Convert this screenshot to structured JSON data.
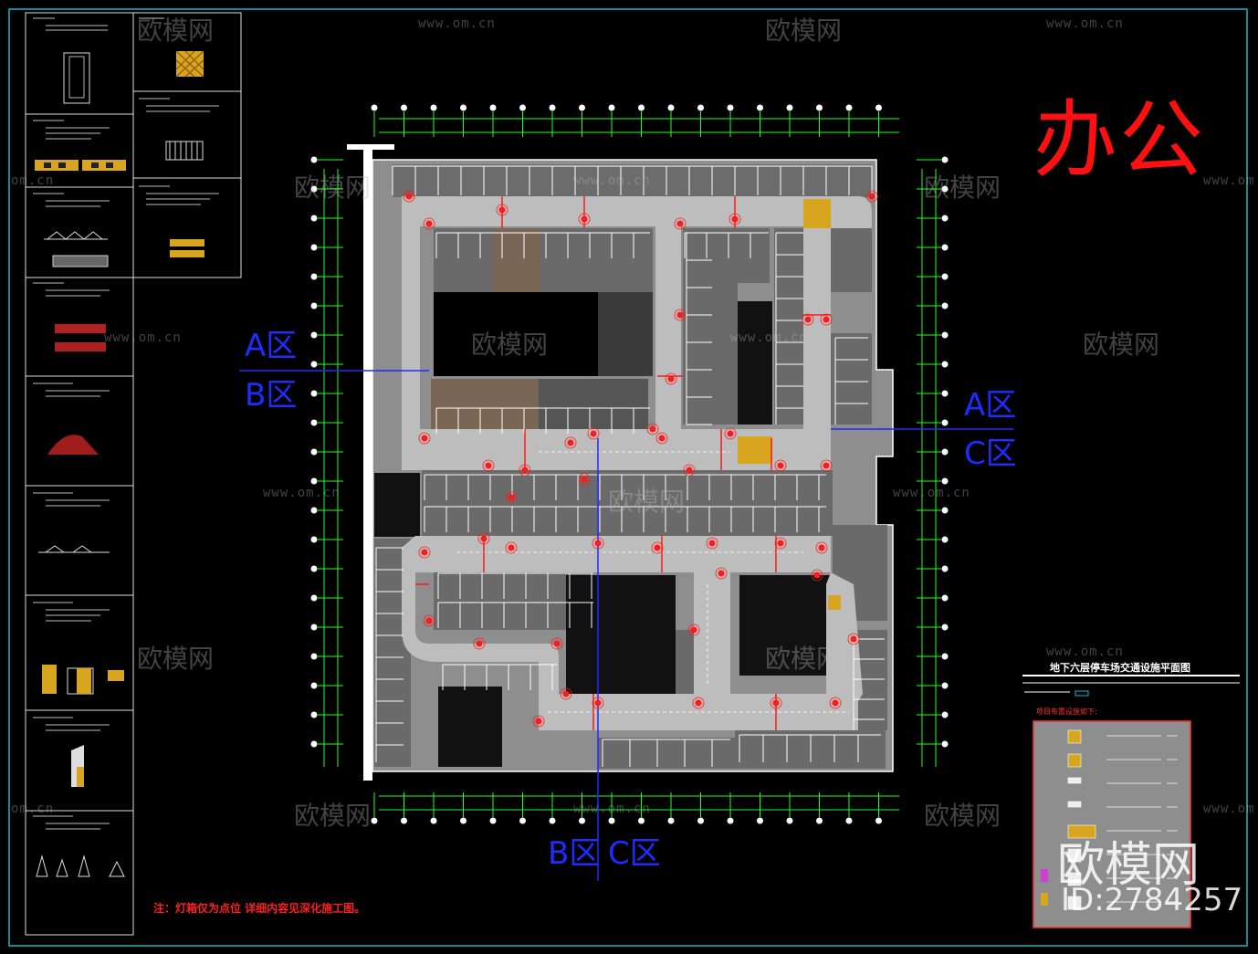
{
  "drawing": {
    "office_label": "办公",
    "zone_labels": {
      "left_top": "A区",
      "left_bottom": "B区",
      "right_top": "A区",
      "right_bottom": "C区",
      "bottom_left": "B区",
      "bottom_right": "C区"
    },
    "title": "地下六层停车场交通设施平面图",
    "legend_heading": "项目布置设施如下:",
    "note": "注：灯箱仅为点位 详细内容见深化施工图。"
  },
  "watermark": {
    "brand": "欧模网",
    "url": "www.om.cn",
    "url_partial": "om.cn",
    "id": "ID:2784257"
  },
  "colors": {
    "background": "#000000",
    "frame": "#17b7c8",
    "grid": "#22ff22",
    "zone_line": "#1e2cff",
    "lamp": "#ff1a1a",
    "floor": "#9a9a9a",
    "office_text": "#ff1010"
  }
}
